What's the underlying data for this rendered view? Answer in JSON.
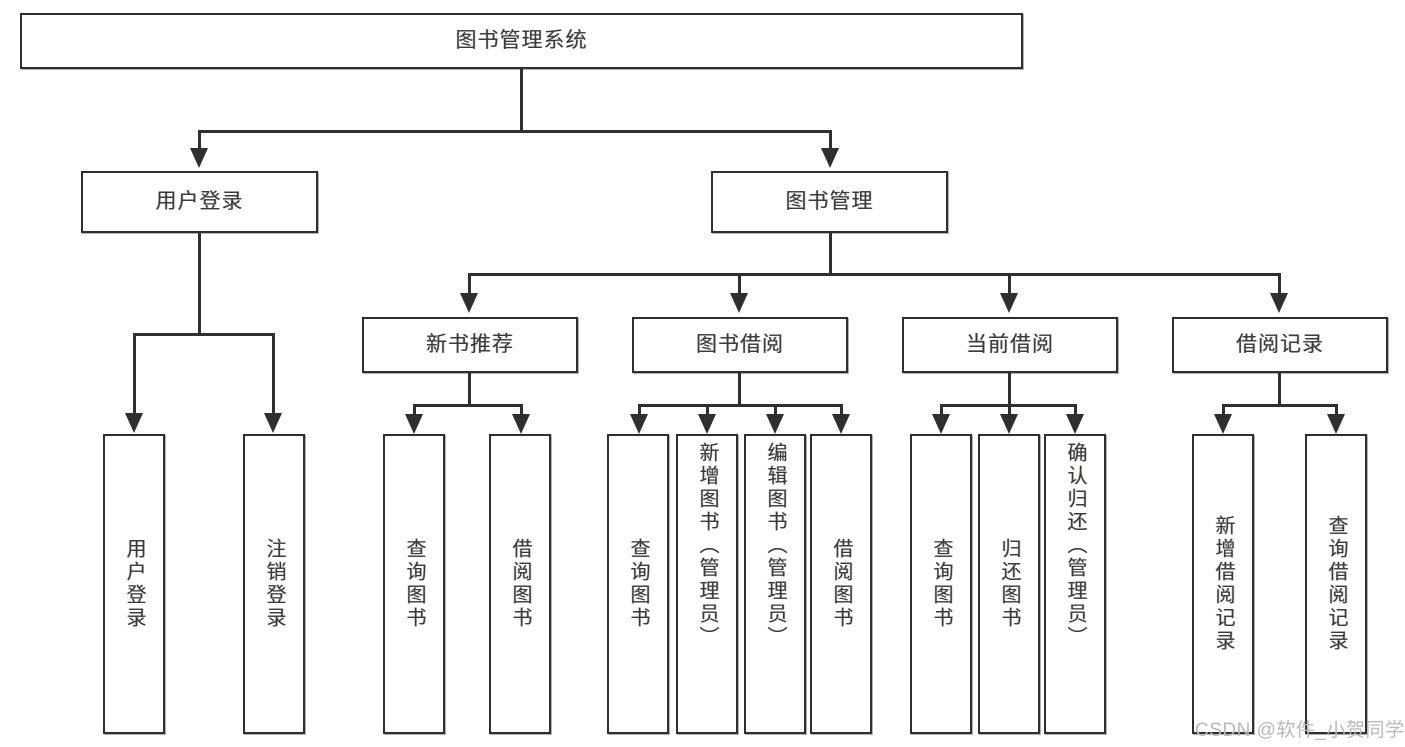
{
  "diagram": {
    "type": "tree-hierarchy",
    "title": "图书管理系统",
    "root": {
      "label": "图书管理系统"
    },
    "level2": [
      {
        "label": "用户登录"
      },
      {
        "label": "图书管理"
      }
    ],
    "level3": [
      {
        "label": "新书推荐"
      },
      {
        "label": "图书借阅"
      },
      {
        "label": "当前借阅"
      },
      {
        "label": "借阅记录"
      }
    ],
    "leaves": {
      "user_login": [
        {
          "label": "用户登录"
        },
        {
          "label": "注销登录"
        }
      ],
      "new_book_recommend": [
        {
          "label": "查询图书"
        },
        {
          "label": "借阅图书"
        }
      ],
      "book_borrow": [
        {
          "label": "查询图书"
        },
        {
          "label": "新增图书（管理员）"
        },
        {
          "label": "编辑图书（管理员）"
        },
        {
          "label": "借阅图书"
        }
      ],
      "current_borrow": [
        {
          "label": "查询图书"
        },
        {
          "label": "归还图书"
        },
        {
          "label": "确认归还（管理员）"
        }
      ],
      "borrow_record": [
        {
          "label": "新增借阅记录"
        },
        {
          "label": "查询借阅记录"
        }
      ]
    }
  },
  "watermark": {
    "text": "CSDN @软件_小贺同学"
  },
  "colors": {
    "stroke": "#2f2f2f",
    "text": "#3b3b3b",
    "background": "#ffffff",
    "watermark": "#b9b9b9"
  }
}
